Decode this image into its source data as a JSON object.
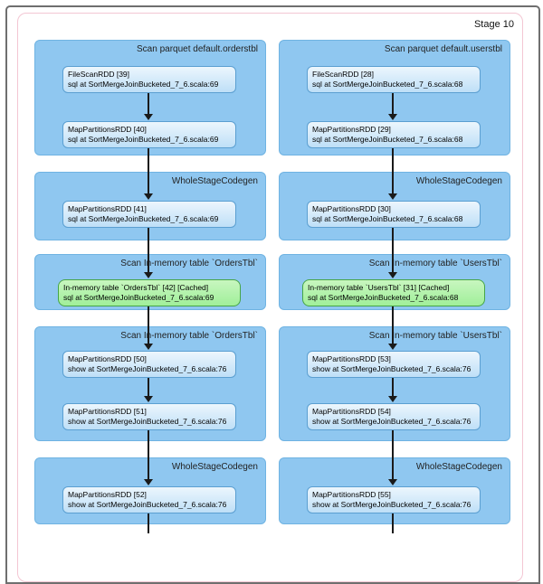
{
  "stage": {
    "label": "Stage 10"
  },
  "colors": {
    "stage_border_pink": "#f3c6d3",
    "cluster_fill_blue": "#8fc7f0",
    "cluster_border_blue": "#6fb3e2",
    "node_fill_blue": "#bedff7",
    "node_border_blue": "#5b9fd1",
    "cached_fill_green": "#a0ef9a",
    "cached_border_green": "#46a546",
    "edge_black": "#1a1a1a",
    "window_frame_gray": "#6f6f6f"
  },
  "columns": [
    {
      "name": "orders",
      "clusters": [
        {
          "title": "Scan parquet default.orderstbl",
          "nodes": [
            {
              "line1": "FileScanRDD [39]",
              "line2": "sql at SortMergeJoinBucketed_7_6.scala:69"
            },
            {
              "line1": "MapPartitionsRDD [40]",
              "line2": "sql at SortMergeJoinBucketed_7_6.scala:69"
            }
          ]
        },
        {
          "title": "WholeStageCodegen",
          "nodes": [
            {
              "line1": "MapPartitionsRDD [41]",
              "line2": "sql at SortMergeJoinBucketed_7_6.scala:69"
            }
          ]
        },
        {
          "title": "Scan In-memory table `OrdersTbl`",
          "nodes": [
            {
              "line1": "In-memory table `OrdersTbl` [42] [Cached]",
              "line2": "sql at SortMergeJoinBucketed_7_6.scala:69",
              "cached": true
            }
          ]
        },
        {
          "title": "Scan In-memory table `OrdersTbl`",
          "nodes": [
            {
              "line1": "MapPartitionsRDD [50]",
              "line2": "show at SortMergeJoinBucketed_7_6.scala:76"
            },
            {
              "line1": "MapPartitionsRDD [51]",
              "line2": "show at SortMergeJoinBucketed_7_6.scala:76"
            }
          ]
        },
        {
          "title": "WholeStageCodegen",
          "nodes": [
            {
              "line1": "MapPartitionsRDD [52]",
              "line2": "show at SortMergeJoinBucketed_7_6.scala:76"
            }
          ]
        }
      ]
    },
    {
      "name": "users",
      "clusters": [
        {
          "title": "Scan parquet default.userstbl",
          "nodes": [
            {
              "line1": "FileScanRDD [28]",
              "line2": "sql at SortMergeJoinBucketed_7_6.scala:68"
            },
            {
              "line1": "MapPartitionsRDD [29]",
              "line2": "sql at SortMergeJoinBucketed_7_6.scala:68"
            }
          ]
        },
        {
          "title": "WholeStageCodegen",
          "nodes": [
            {
              "line1": "MapPartitionsRDD [30]",
              "line2": "sql at SortMergeJoinBucketed_7_6.scala:68"
            }
          ]
        },
        {
          "title": "Scan In-memory table `UsersTbl`",
          "nodes": [
            {
              "line1": "In-memory table `UsersTbl` [31] [Cached]",
              "line2": "sql at SortMergeJoinBucketed_7_6.scala:68",
              "cached": true
            }
          ]
        },
        {
          "title": "Scan In-memory table `UsersTbl`",
          "nodes": [
            {
              "line1": "MapPartitionsRDD [53]",
              "line2": "show at SortMergeJoinBucketed_7_6.scala:76"
            },
            {
              "line1": "MapPartitionsRDD [54]",
              "line2": "show at SortMergeJoinBucketed_7_6.scala:76"
            }
          ]
        },
        {
          "title": "WholeStageCodegen",
          "nodes": [
            {
              "line1": "MapPartitionsRDD [55]",
              "line2": "show at SortMergeJoinBucketed_7_6.scala:76"
            }
          ]
        }
      ]
    }
  ]
}
